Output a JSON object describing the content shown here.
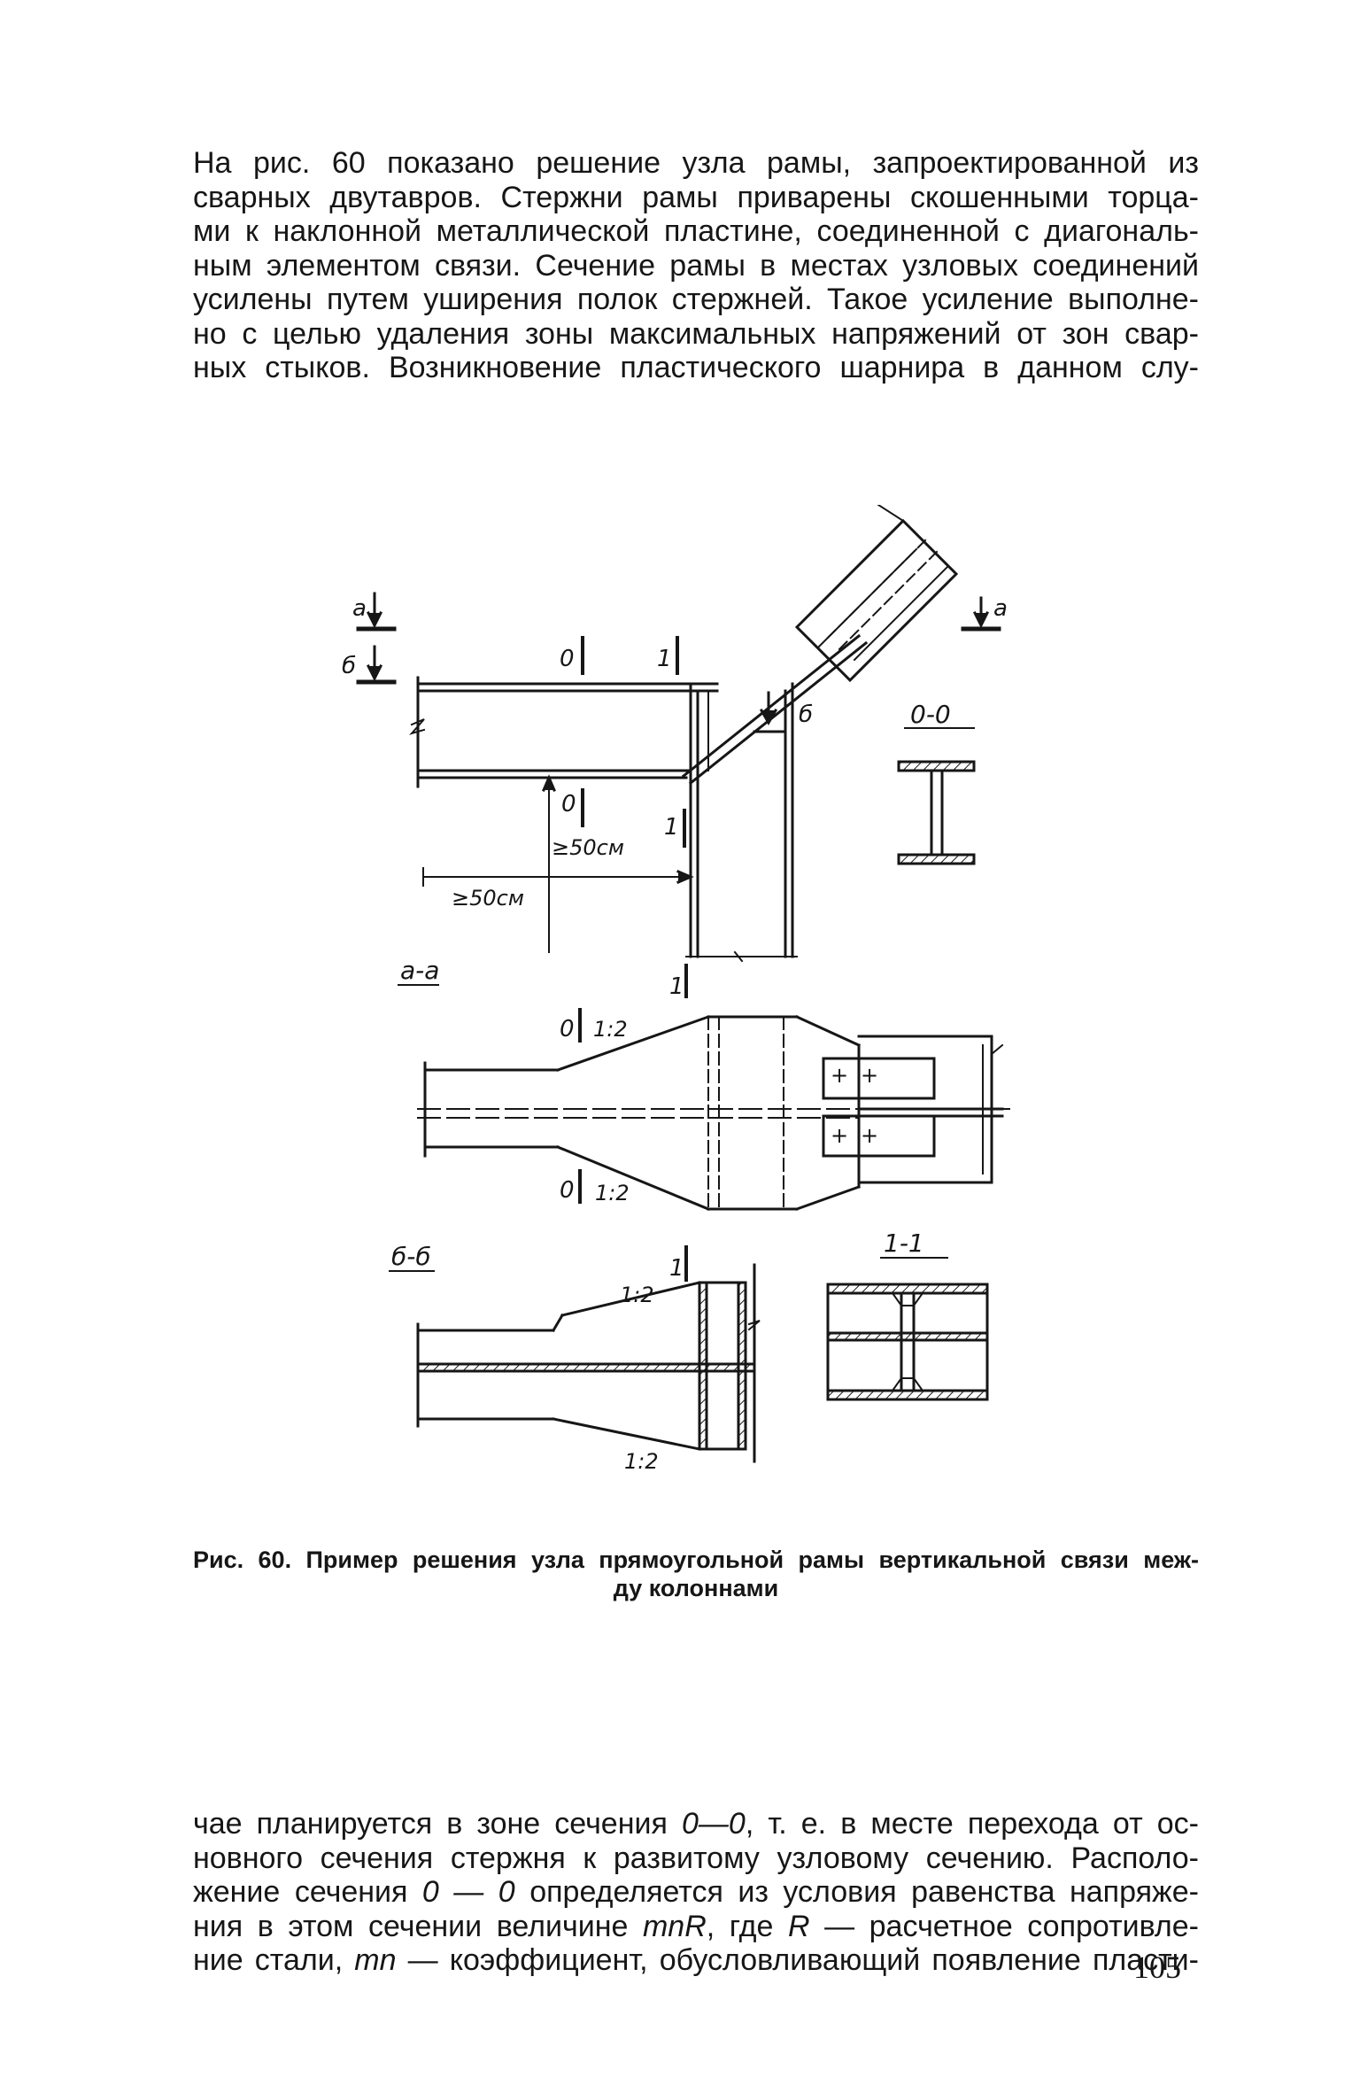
{
  "paragraph_top": [
    "На рис. 60 показано решение узла рамы, запроектированной из",
    "сварных двутавров. Стержни рамы приварены скошенными торца-",
    "ми к наклонной металлической пластине, соединенной с диагональ-",
    "ным элементом связи. Сечение рамы в местах узловых соединений",
    "усилены путем уширения полок стержней. Такое усиление выполне-",
    "но с целью удаления зоны максимальных напряжений от зон свар-",
    "ных стыков. Возникновение пластического шарнира в данном слу-"
  ],
  "figure": {
    "labels": {
      "a_left": "а",
      "b_left": "б",
      "a_right": "а",
      "zero_top": "0",
      "one_top": "1",
      "b_right": "б",
      "zero_mid": "0",
      "one_mid": "1",
      "dim_vert": "≥50см",
      "dim_horiz": "≥50см",
      "sec00_title": "0-0",
      "sec_aa_title": "а-а",
      "one_aa": "1",
      "zero_aa_top": "0",
      "slope_aa_top": "1:2",
      "zero_aa_bot": "0",
      "slope_aa_bot": "1:2",
      "sec_bb_title": "б-б",
      "one_bb": "1",
      "sec11_title": "1-1",
      "slope_bb_top": "1:2",
      "slope_bb_bot": "1:2",
      "plus": "+"
    }
  },
  "caption": {
    "line1": "Рис. 60. Пример решения узла прямоугольной рамы вертикальной связи меж-",
    "line2": "ду колоннами"
  },
  "paragraph_bottom": {
    "l1": {
      "a": "чае планируется в зоне сечения ",
      "b": "0—0",
      "c": ", т. е. в  месте перехода  от ос-"
    },
    "l2": "новного сечения стержня к развитому узловому сечению. Располо-",
    "l3": {
      "a": "жение сечения ",
      "b": "0 — 0",
      "c": " определяется из условия равенства напряже-"
    },
    "l4": {
      "a": "ния в этом сечении величине ",
      "b": "mnR",
      "c": ", где ",
      "d": "R",
      "e": " — расчетное сопротивле-"
    },
    "l5": {
      "a": "ние стали, ",
      "b": "mn",
      "c": " — коэффициент, обусловливающий появление пласти-"
    }
  },
  "page_number": "105"
}
